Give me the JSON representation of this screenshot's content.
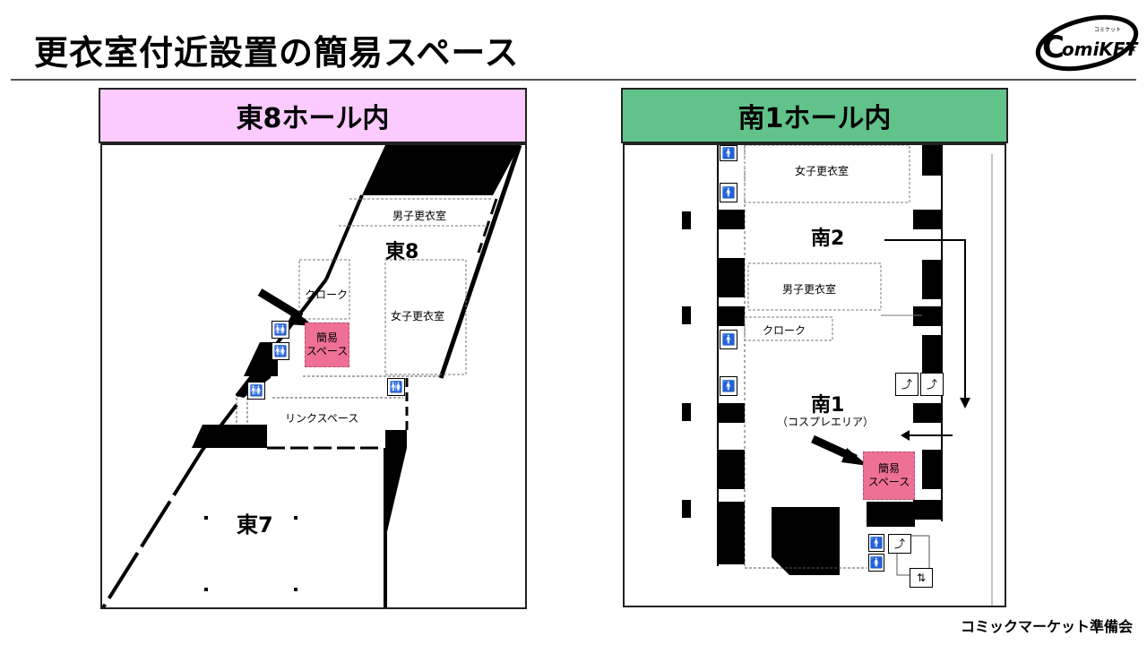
{
  "title": "更衣室付近設置の簡易スペース",
  "logo": {
    "icon": "comiket-logo-icon",
    "text": "omiKET",
    "letter": "C",
    "sub": "コミケット"
  },
  "footer": "コミックマーケット準備会",
  "left_panel": {
    "header": "東8ホール内",
    "header_color": "#fbcaff",
    "labels": {
      "hall_east8": "東8",
      "hall_east7": "東7",
      "mens_changing": "男子更衣室",
      "womens_changing": "女子更衣室",
      "cloak": "クローク",
      "link_space": "リンクスペース",
      "simple_space_1": "簡易",
      "simple_space_2": "スペース"
    },
    "icons": [
      "restroom-icon",
      "restroom-icon",
      "restroom-icon",
      "restroom-icon",
      "arrow-icon"
    ]
  },
  "right_panel": {
    "header": "南1ホール内",
    "header_color": "#62c38a",
    "labels": {
      "womens_changing": "女子更衣室",
      "hall_south2": "南2",
      "mens_changing": "男子更衣室",
      "cloak": "クローク",
      "hall_south1": "南1",
      "cosplay_area": "（コスプレエリア）",
      "simple_space_1": "簡易",
      "simple_space_2": "スペース"
    },
    "icons": [
      "restroom-icon",
      "escalator-icon",
      "stairs-icon",
      "elevator-icon",
      "arrow-icon"
    ]
  },
  "colors": {
    "simple_space": "#ee7195",
    "wall": "#000000"
  }
}
